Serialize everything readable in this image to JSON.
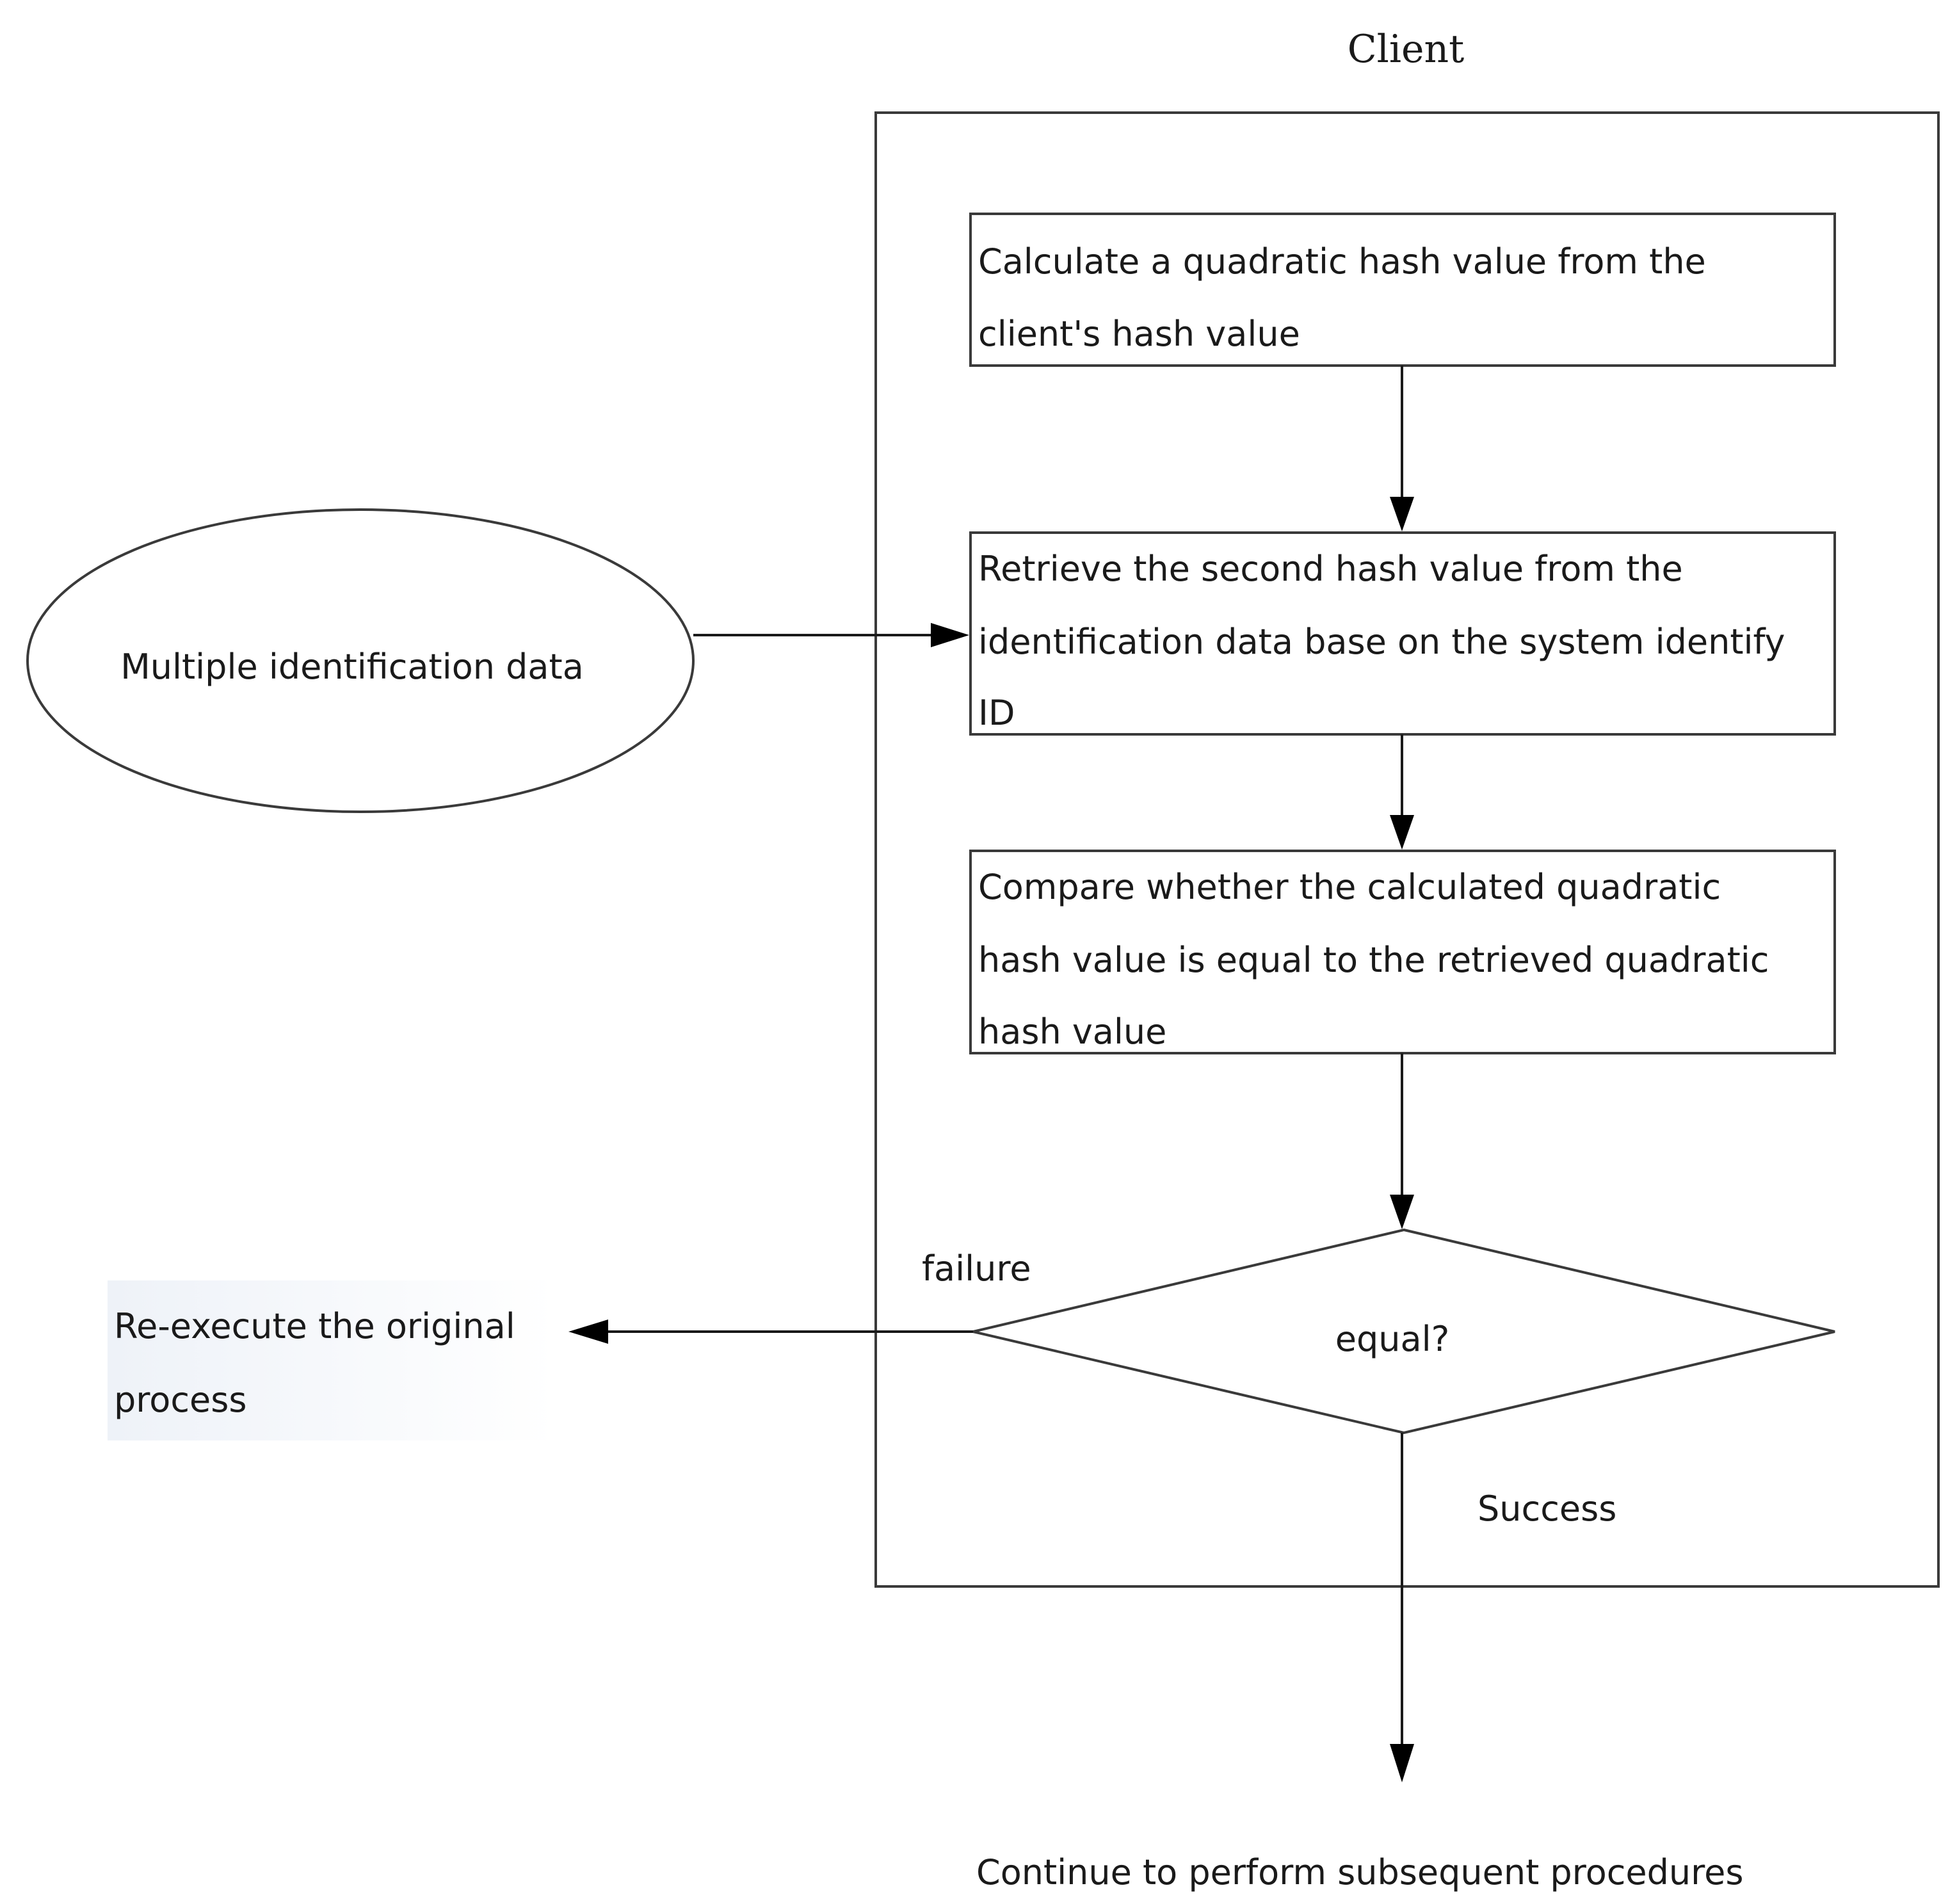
{
  "container": {
    "title": "Client"
  },
  "nodes": {
    "step1": {
      "lines": [
        "Calculate a quadratic hash value from the",
        "client's hash value"
      ]
    },
    "step2": {
      "lines": [
        "Retrieve the second hash value from the",
        "identification data base on the system identify",
        "ID"
      ]
    },
    "step3": {
      "lines": [
        "Compare whether the calculated quadratic",
        "hash value is equal to the retrieved quadratic",
        "hash value"
      ]
    },
    "decision": {
      "label": "equal?"
    },
    "data_source": {
      "label": "Multiple identification data"
    },
    "failure_target": {
      "lines": [
        "Re-execute the original",
        "process"
      ]
    },
    "success_target": {
      "label": "Continue to perform subsequent procedures"
    }
  },
  "edge_labels": {
    "failure": "failure",
    "success": "Success"
  },
  "colors": {
    "stroke": "#3a3a3a",
    "text": "#1a1a1a",
    "arrow": "#000000",
    "failure_target_fill": "#f3f6fa"
  }
}
